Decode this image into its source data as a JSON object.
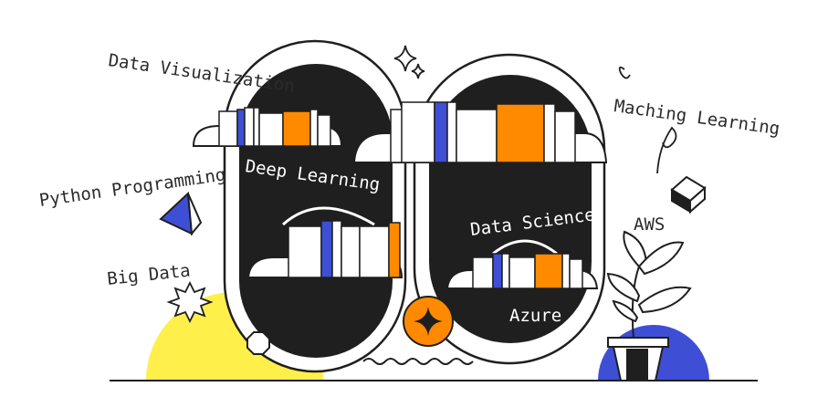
{
  "labels": {
    "data_visualization": "Data Visualization",
    "python_programming": "Python Programming",
    "big_data": "Big Data",
    "deep_learning": "Deep Learning",
    "data_science": "Data Science",
    "azure": "Azure",
    "machine_learning": "Maching Learning",
    "aws": "AWS"
  },
  "colors": {
    "ink": "#1f1f1f",
    "yellow": "#ffef4a",
    "orange": "#ff8a00",
    "blue": "#3e4fd6",
    "white": "#ffffff"
  },
  "icons": [
    "sparkle-icon",
    "star-badge-icon",
    "cube-icon",
    "pyramid-icon",
    "burst-icon",
    "octagon-icon",
    "plant-icon",
    "wave-icon"
  ]
}
